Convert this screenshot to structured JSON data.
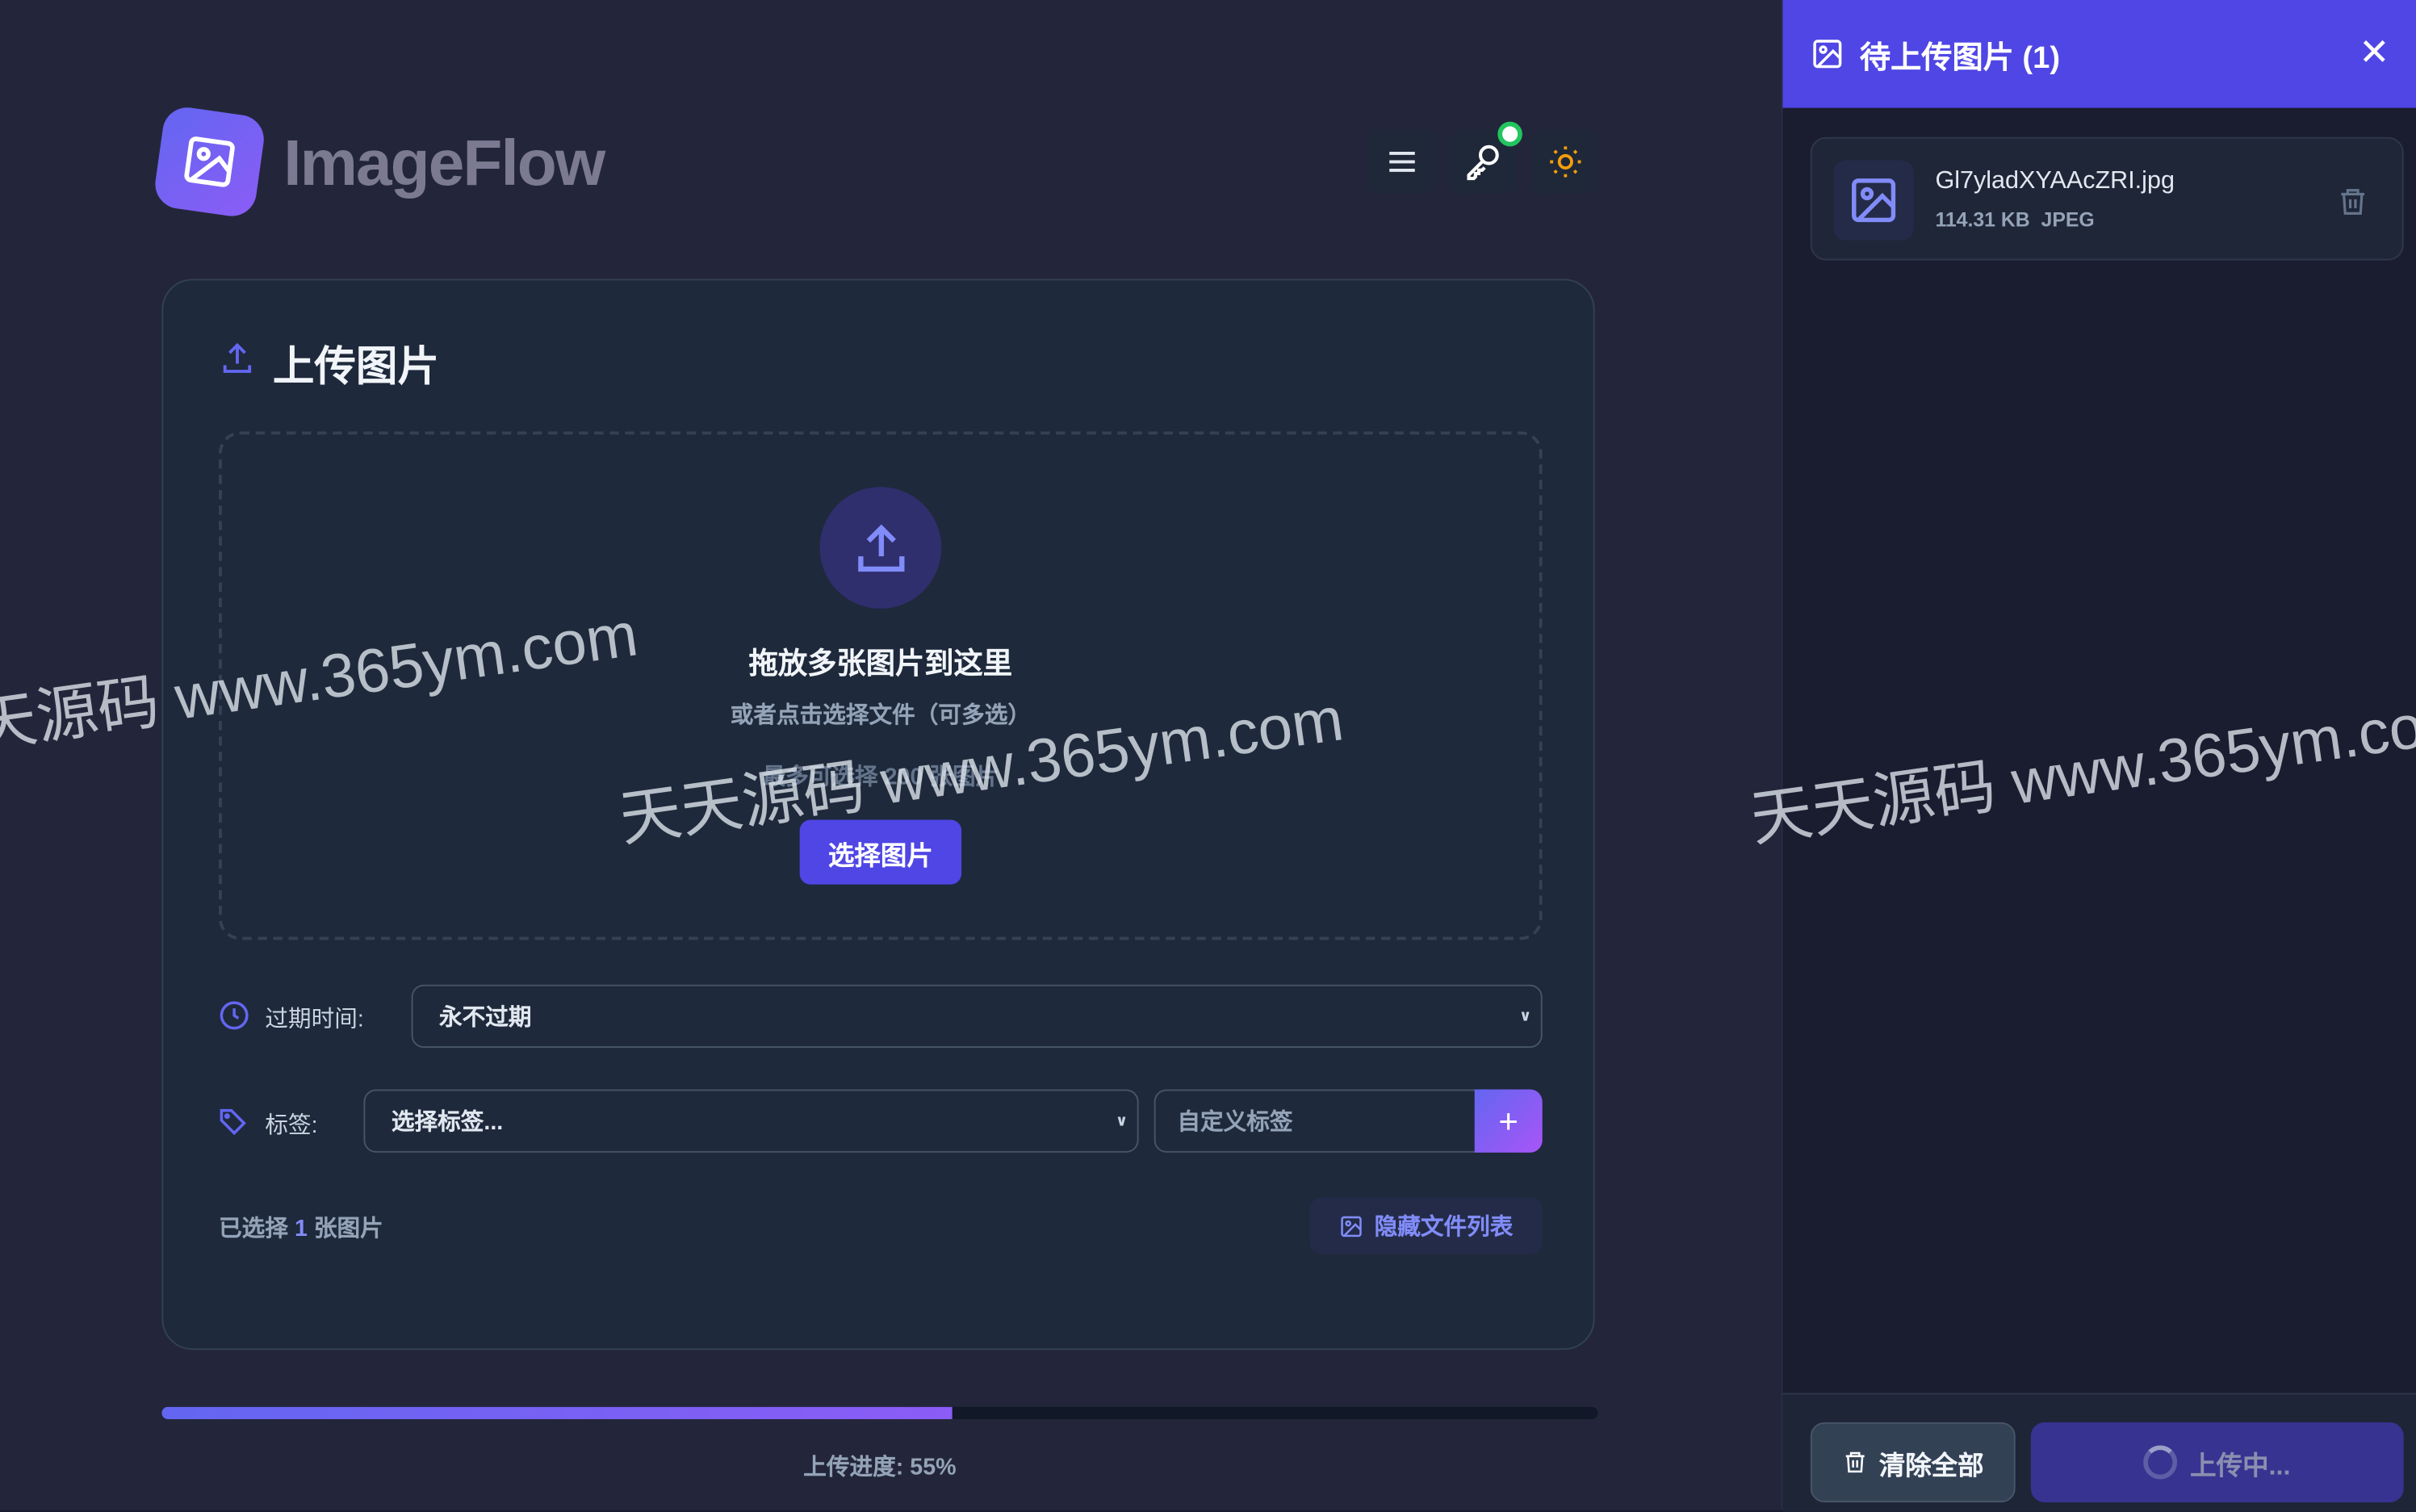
{
  "app": {
    "name": "ImageFlow"
  },
  "header": {
    "buttons": [
      {
        "icon": "menu-icon"
      },
      {
        "icon": "key-icon",
        "status": "connected",
        "status_color": "#22c55e"
      },
      {
        "icon": "sun-icon",
        "color": "#f59e0b"
      }
    ]
  },
  "upload": {
    "title": "上传图片",
    "drop_title": "拖放多张图片到这里",
    "drop_sub": "或者点击选择文件（可多选）",
    "drop_limit": "最多可选择 200 张图片",
    "pick_button": "选择图片",
    "expiry_label": "过期时间:",
    "expiry_value": "永不过期",
    "tags_label": "标签:",
    "tags_value": "选择标签...",
    "custom_tag_placeholder": "自定义标签",
    "add_tag": "+",
    "selected_prefix": "已选择",
    "selected_count": "1",
    "selected_suffix": "张图片",
    "hide_list": "隐藏文件列表"
  },
  "progress": {
    "percent": 55,
    "label": "上传进度: 55%"
  },
  "panel": {
    "title": "待上传图片 (1)",
    "files": [
      {
        "name": "Gl7yladXYAAcZRI.jpg",
        "size": "114.31 KB",
        "type": "JPEG"
      }
    ],
    "clear_all": "清除全部",
    "uploading": "上传中..."
  },
  "colors": {
    "accent": "#4f46e5",
    "card": "#1e293b",
    "background": "#181a2d"
  },
  "watermark": "天天源码 www.365ym.com"
}
